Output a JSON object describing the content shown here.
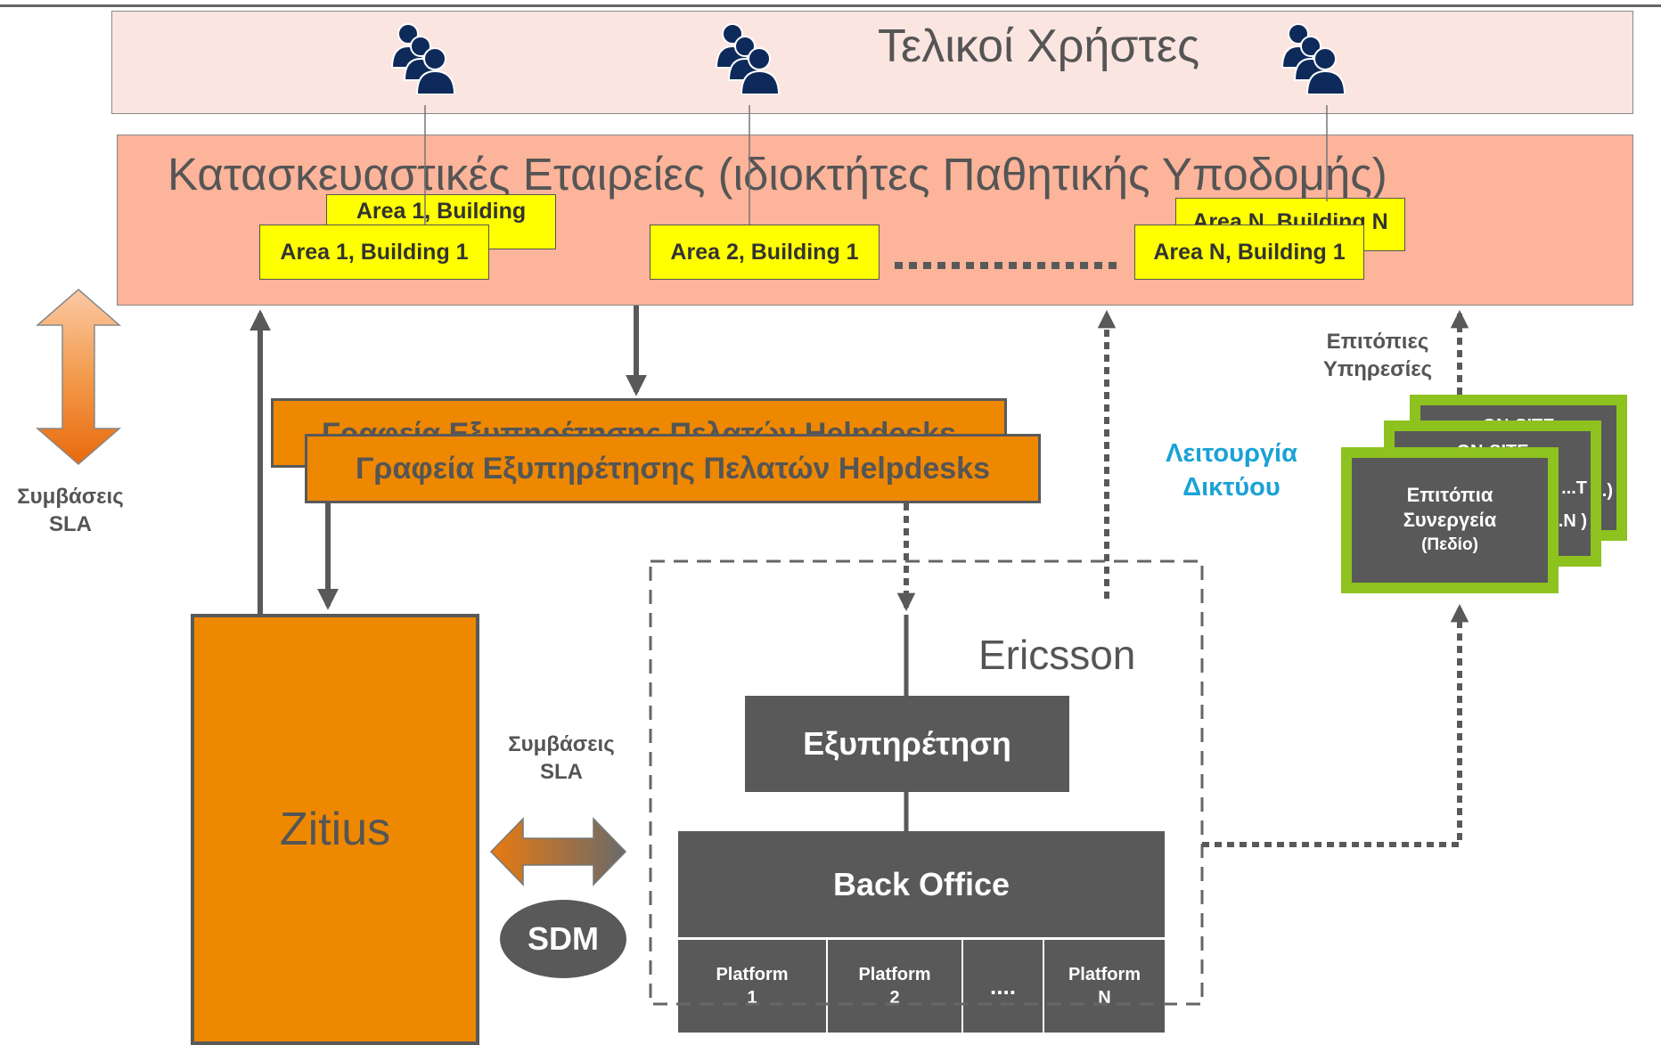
{
  "diagram": {
    "end_users_label": "Τελικοί Χρήστες",
    "construction_companies_label": "Κατασκευαστικές Εταιρείες (ιδιοκτήτες Παθητικής Υποδομής)",
    "buildings": [
      {
        "back": "Area 1, Building",
        "front": "Area 1, Building 1"
      },
      {
        "front": "Area 2, Building 1"
      },
      {
        "back": "Area N, Building N",
        "front": "Area N, Building 1"
      }
    ],
    "sla_left": {
      "line1": "Συμβάσεις",
      "line2": "SLA"
    },
    "helpdesk_back": "Γραφεία Εξυπηρέτησης Πελατών Helpdesks",
    "helpdesk_front": "Γραφεία Εξυπηρέτησης Πελατών Helpdesks",
    "zitius": "Zitius",
    "sla_middle": {
      "line1": "Συμβάσεις",
      "line2": "SLA"
    },
    "sdm": "SDM",
    "ericsson": "Ericsson",
    "service": "Εξυπηρέτηση",
    "back_office": "Back Office",
    "platforms": [
      {
        "line1": "Platform",
        "line2": "1"
      },
      {
        "line1": "Platform",
        "line2": "2"
      },
      {
        "line1": "....",
        "line2": ""
      },
      {
        "line1": "Platform",
        "line2": "N"
      }
    ],
    "network_operation": {
      "line1": "Λειτουργία",
      "line2": "Δικτύου"
    },
    "onsite_services": {
      "line1": "Επιτόπιες",
      "line2": "Υπηρεσίες"
    },
    "onsite_cards_back": [
      {
        "line1": "ON-SITE",
        "line2": "...T",
        "line3": "...)"
      },
      {
        "line1": "ON-SITE",
        "line2": "...T",
        "line3": "...N )"
      }
    ],
    "onsite_card_front": {
      "line1": "Επιτόπια",
      "line2": "Συνεργεία",
      "line3": "(Πεδίο)"
    },
    "colors": {
      "end_users_bg": "#fbe5e0",
      "companies_bg": "#fcb49a",
      "building_bg": "#ffff00",
      "orange": "#ee8800",
      "dark_gray": "#595959",
      "green": "#8dc21f",
      "blue_text": "#1aa2d6",
      "user_icon": "#0e2a5a"
    }
  }
}
